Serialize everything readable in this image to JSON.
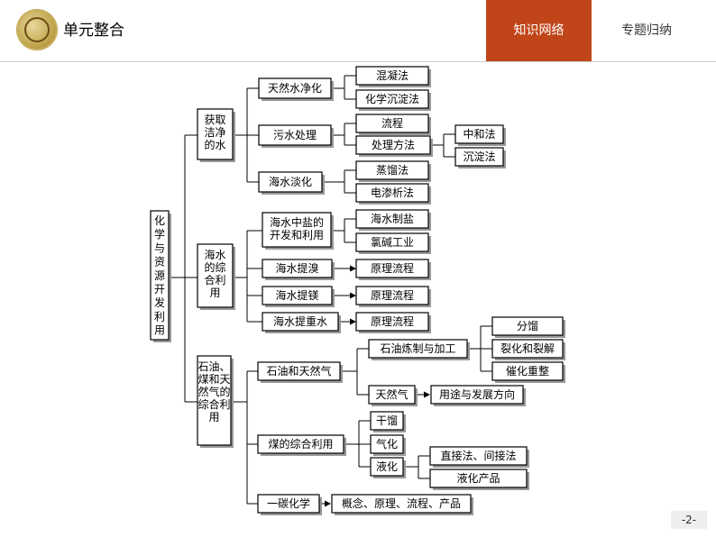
{
  "header": {
    "title": "单元整合",
    "tabs": [
      {
        "label": "知识网络",
        "active": true
      },
      {
        "label": "专题归纳",
        "active": false
      }
    ],
    "accent_color": "#c0461a"
  },
  "diagram": {
    "root": "化学与资源开发利用",
    "branches": [
      {
        "label": "获取洁净的水",
        "children": [
          {
            "label": "天然水净化",
            "children": [
              {
                "label": "混凝法"
              },
              {
                "label": "化学沉淀法"
              }
            ]
          },
          {
            "label": "污水处理",
            "children": [
              {
                "label": "流程"
              },
              {
                "label": "处理方法",
                "children": [
                  {
                    "label": "中和法"
                  },
                  {
                    "label": "沉淀法"
                  }
                ]
              }
            ]
          },
          {
            "label": "海水淡化",
            "children": [
              {
                "label": "蒸馏法"
              },
              {
                "label": "电渗析法"
              }
            ]
          }
        ]
      },
      {
        "label": "海水的综合利用",
        "children": [
          {
            "label": "海水中盐的开发和利用",
            "children": [
              {
                "label": "海水制盐"
              },
              {
                "label": "氯碱工业"
              }
            ]
          },
          {
            "label": "海水提溴",
            "children": [
              {
                "label": "原理流程"
              }
            ]
          },
          {
            "label": "海水提镁",
            "children": [
              {
                "label": "原理流程"
              }
            ]
          },
          {
            "label": "海水提重水",
            "children": [
              {
                "label": "原理流程"
              }
            ]
          }
        ]
      },
      {
        "label": "石油、煤和天然气的综合利用",
        "children": [
          {
            "label": "石油和天然气",
            "children": [
              {
                "label": "石油炼制与加工",
                "children": [
                  {
                    "label": "分馏"
                  },
                  {
                    "label": "裂化和裂解"
                  },
                  {
                    "label": "催化重整"
                  }
                ]
              },
              {
                "label": "天然气",
                "children": [
                  {
                    "label": "用途与发展方向"
                  }
                ]
              }
            ]
          },
          {
            "label": "煤的综合利用",
            "children": [
              {
                "label": "干馏"
              },
              {
                "label": "气化"
              },
              {
                "label": "液化",
                "children": [
                  {
                    "label": "直接法、间接法"
                  },
                  {
                    "label": "液化产品"
                  }
                ]
              }
            ]
          },
          {
            "label": "一碳化学",
            "children": [
              {
                "label": "概念、原理、流程、产品"
              }
            ]
          }
        ]
      }
    ]
  },
  "page_number": "-2-"
}
